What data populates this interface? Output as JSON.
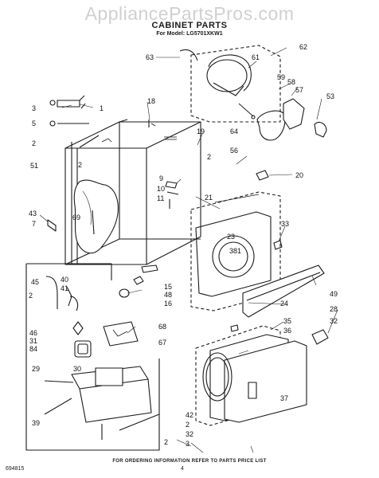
{
  "watermark": "AppliancePartsPros.com",
  "title": "CABINET PARTS",
  "subtitle": "For Model: LG5701XKW1",
  "footer_note": "FOR ORDERING INFORMATION REFER TO PARTS PRICE LIST",
  "page_number": "4",
  "doc_number": "694815",
  "callouts": [
    "63",
    "61",
    "62",
    "59",
    "58",
    "57",
    "53",
    "3",
    "1",
    "5",
    "18",
    "2",
    "19",
    "64",
    "56",
    "51",
    "20",
    "9",
    "10",
    "11",
    "21",
    "43",
    "7",
    "69",
    "33",
    "23",
    "381",
    "45",
    "40",
    "41",
    "15",
    "48",
    "16",
    "49",
    "24",
    "28",
    "32",
    "46",
    "31",
    "84",
    "68",
    "35",
    "36",
    "67",
    "29",
    "30",
    "37",
    "42",
    "39",
    "2",
    "32",
    "2",
    "3",
    "2",
    "2",
    "2"
  ]
}
